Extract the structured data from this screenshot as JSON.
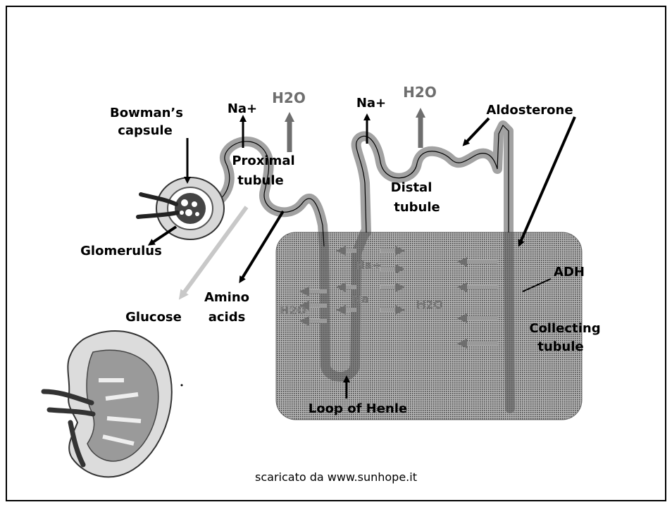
{
  "labels": {
    "bowmans_line1": "Bowman’s",
    "bowmans_line2": "capsule",
    "na_plus_1": "Na+",
    "h2o_1": "H2O",
    "na_plus_2": "Na+",
    "h2o_2": "H2O",
    "aldosterone": "Aldosterone",
    "proximal_line1": "Proximal",
    "proximal_line2": "tubule",
    "distal_line1": "Distal",
    "distal_line2": "tubule",
    "glomerulus": "Glomerulus",
    "amino_line1": "Amino",
    "amino_line2": "acids",
    "glucose": "Glucose",
    "adh": "ADH",
    "collecting_line1": "Collecting",
    "collecting_line2": "tubule",
    "loop_of_henle": "Loop of Henle",
    "medulla_na_1": "Na+",
    "medulla_na_2": "Na",
    "medulla_h2o_left": "H2O",
    "medulla_h2o_right": "H2O"
  },
  "credit": "scaricato da www.sunhope.it",
  "colors": {
    "ink": "#000000",
    "gray_arrow": "#6e6e6e",
    "light_arrow": "#c8c8c8",
    "medulla": "#8c8c8c"
  }
}
